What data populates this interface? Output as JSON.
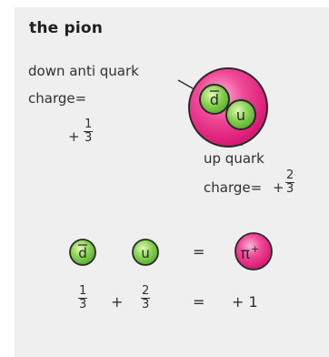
{
  "title": "the pion",
  "down_anti_quark": {
    "label": "down anti quark",
    "charge_label": "charge=",
    "sign": "+",
    "charge_num": "1",
    "charge_den": "3",
    "symbol": "d"
  },
  "up_quark": {
    "label": "up quark",
    "charge_label": "charge=",
    "sign": "+",
    "charge_num": "2",
    "charge_den": "3",
    "symbol": "u"
  },
  "pion_symbol": "π",
  "pion_sup": "+",
  "equation": {
    "anti_d": "d",
    "u": "u",
    "equals": "=",
    "plus": "+",
    "f1_num": "1",
    "f1_den": "3",
    "f2_num": "2",
    "f2_den": "3",
    "equals2": "=",
    "result": "+ 1"
  },
  "colors": {
    "panel": "#efefef",
    "quark_green": "#6cc23a",
    "pion_pink": "#e8207a"
  }
}
